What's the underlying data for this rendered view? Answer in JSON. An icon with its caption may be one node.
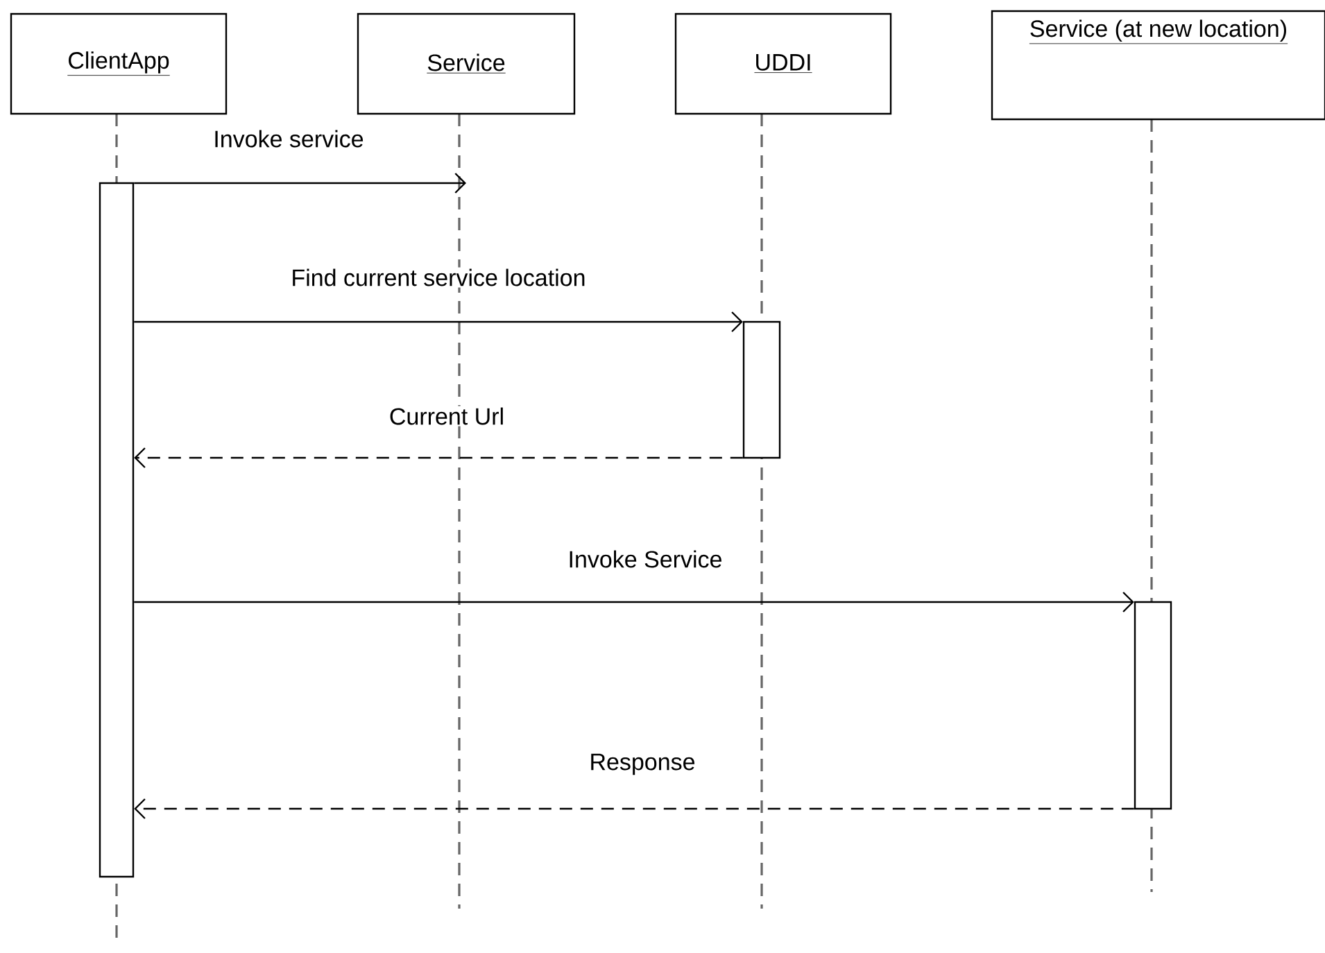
{
  "diagram": {
    "nodes": [
      {
        "text": [
          "ClientApp"
        ]
      },
      {
        "text": [
          "Service"
        ]
      },
      {
        "text": [
          "UDDI"
        ]
      },
      {
        "text": [
          "Service (at new location)"
        ]
      },
      {
        "text": [],
        "shape": "bar"
      },
      {
        "text": [],
        "shape": "bar"
      },
      {
        "text": [],
        "shape": "bar"
      }
    ],
    "edges": [
      {
        "from": 4,
        "to": 1,
        "arrow": "to",
        "label": "Invoke service"
      },
      {
        "from": 4,
        "to": 5,
        "arrow": "to",
        "label": "Find current service location"
      },
      {
        "from": 5,
        "to": 4,
        "arrow": "to",
        "label": "Current Url",
        "style": "dashed"
      },
      {
        "from": 4,
        "to": 6,
        "arrow": "to",
        "label": "Invoke Service"
      },
      {
        "from": 6,
        "to": 4,
        "arrow": "to",
        "label": "Response",
        "style": "dashed"
      }
    ]
  }
}
